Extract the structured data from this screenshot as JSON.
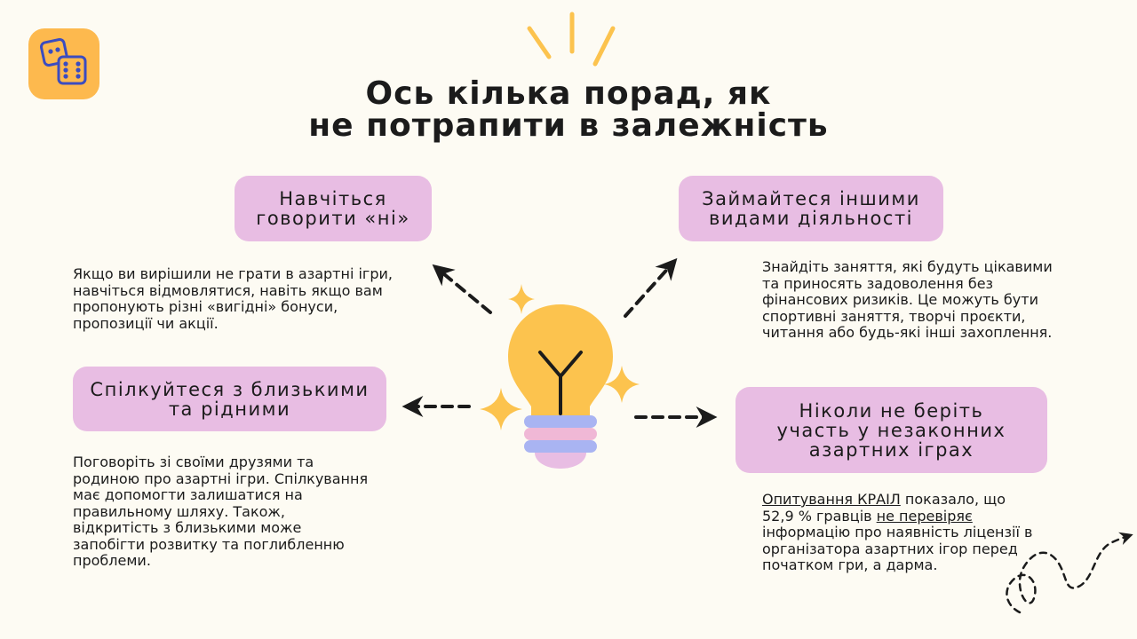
{
  "title_line1": "Ось кілька порад, як",
  "title_line2": "не потрапити в залежність",
  "logo": {
    "icon": "dice-icon",
    "color": "#fdb94e"
  },
  "tips": [
    {
      "heading_line1": "Навчіться",
      "heading_line2": "говорити «ні»",
      "text": "Якщо ви вирішили не грати в азартні ігри, навчіться відмовлятися, навіть якщо вам пропонують різні «вигідні» бонуси, пропозиції чи акції."
    },
    {
      "heading_line1": "Займайтеся іншими",
      "heading_line2": "видами діяльності",
      "text": "Знайдіть заняття, які будуть цікавими та приносять задоволення без фінансових ризиків. Це можуть бути спортивні заняття, творчі проєкти, читання або будь-які інші захоплення."
    },
    {
      "heading_line1": "Спілкуйтеся з близькими",
      "heading_line2": "та рідними",
      "text": "Поговоріть зі своїми друзями та родиною про азартні ігри. Спілкування має допомогти залишатися на правильному шляху. Також, відкритість з близькими може запобігти розвитку та поглибленню проблеми."
    },
    {
      "heading_line1": "Ніколи не беріть",
      "heading_line2": "участь у незаконних",
      "heading_line3": "азартних іграх",
      "text_link": "Опитування КРАІЛ",
      "text_part1": " показало, що 52,9 % гравців ",
      "text_emphasis": "не перевіряє",
      "text_part2": " інформацію про наявність ліцензії в організатора азартних ігор перед початком гри, а дарма."
    }
  ],
  "colors": {
    "background": "#fdfbf3",
    "pill": "#e8bde3",
    "bulb": "#fcc34e",
    "bulb_band_blue": "#a9b4f2",
    "bulb_band_pink": "#f0b8d6",
    "dice_stroke": "#3b4cc0"
  }
}
